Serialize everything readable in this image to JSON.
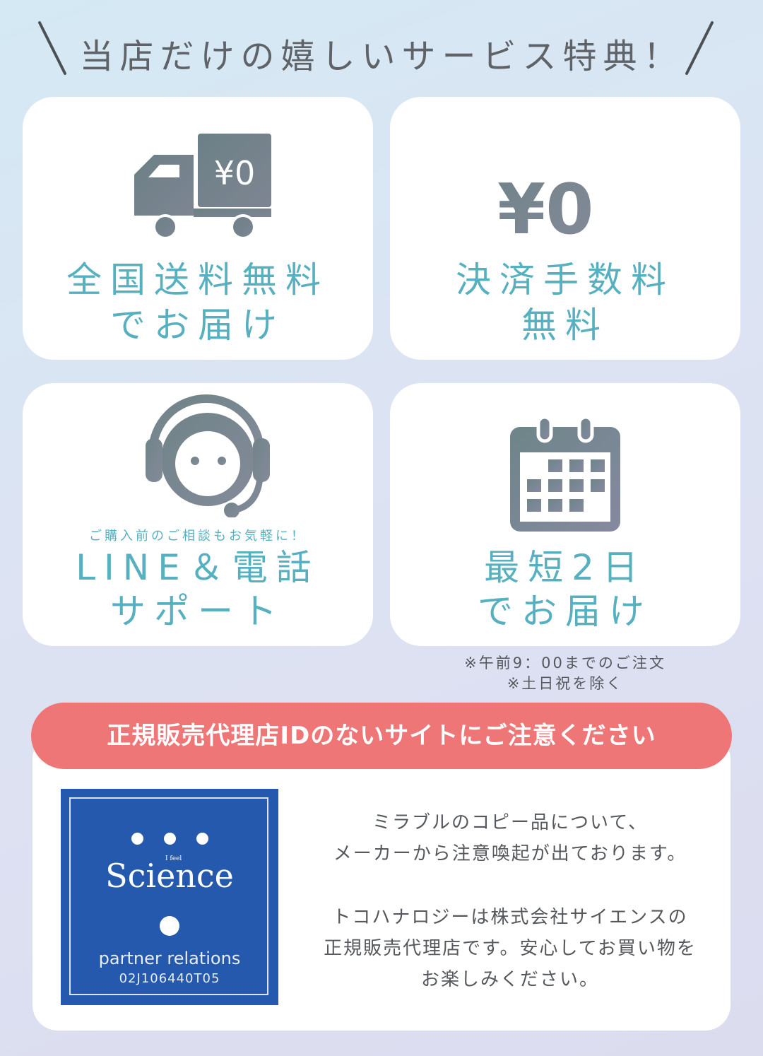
{
  "heading": {
    "left_mark": "＼",
    "text": "当店だけの嬉しいサービス特典！",
    "right_mark": "／"
  },
  "cards": {
    "shipping": {
      "icon": "delivery-truck-icon",
      "icon_text": "¥0",
      "line1": "全国送料無料",
      "line2": "でお届け"
    },
    "payment": {
      "icon": "yen-zero-icon",
      "icon_text": "¥0",
      "line1": "決済手数料",
      "line2": "無料"
    },
    "support": {
      "icon": "headset-support-icon",
      "sub": "ご購入前のご相談もお気軽に！",
      "line1": "LINE＆電話",
      "line2": "サポート"
    },
    "delivery": {
      "icon": "calendar-icon",
      "line1": "最短2日",
      "line2": "でお届け"
    }
  },
  "notes": {
    "line1": "※午前9：00までのご注文",
    "line2": "※土日祝を除く"
  },
  "warning": {
    "banner": "正規販売代理店IDのないサイトにご注意ください",
    "badge": {
      "small_text": "I feel",
      "brand": "Science",
      "partner": "partner relations",
      "id": "02J106440T05"
    },
    "info_lines": [
      "ミラブルのコピー品について、",
      "メーカーから注意喚起が出ております。",
      "トコハナロジーは株式会社サイエンスの",
      "正規販売代理店です。安心してお買い物を",
      "お楽しみください。"
    ]
  },
  "colors": {
    "accent": "#56b0c0",
    "icon_gray": "#747e86",
    "warning_red": "#ee7676",
    "badge_blue": "#2459ad"
  }
}
